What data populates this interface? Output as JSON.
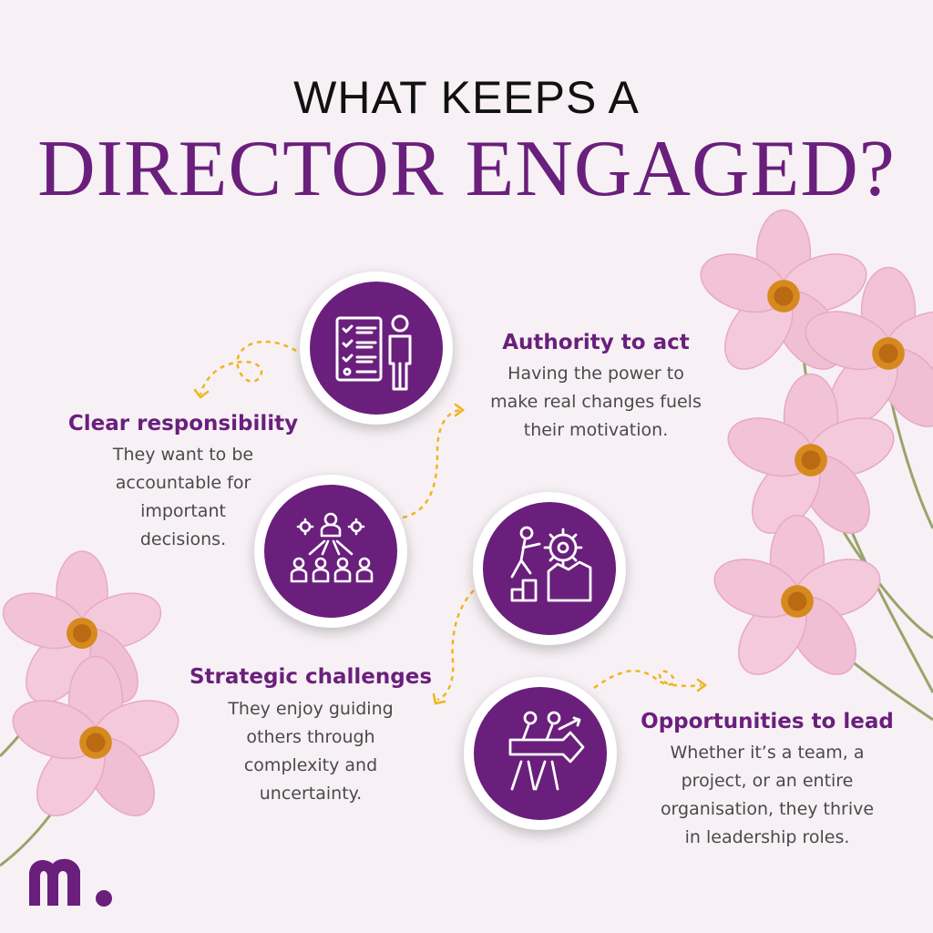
{
  "title": {
    "line1": "WHAT KEEPS A",
    "line2": "DIRECTOR ENGAGED?"
  },
  "colors": {
    "brand_purple": "#6a1f7c",
    "connector_yellow": "#f0b41f",
    "background": "#f7f1f5",
    "petal_pink": "#f2c3d6"
  },
  "items": [
    {
      "heading": "Clear responsibility",
      "body": [
        "They want to be",
        "accountable for",
        "important",
        "decisions."
      ],
      "icon": "checklist-person-icon"
    },
    {
      "heading": "Authority to act",
      "body": [
        "Having the power to",
        "make real changes fuels",
        "their motivation."
      ],
      "icon": "team-hierarchy-icon"
    },
    {
      "heading": "Strategic challenges",
      "body": [
        "They enjoy guiding",
        "others through",
        "complexity and",
        "uncertainty."
      ],
      "icon": "climbing-gear-icon"
    },
    {
      "heading": "Opportunities to lead",
      "body": [
        "Whether it’s a team, a",
        "project, or an entire",
        "organisation, they thrive",
        "in leadership roles."
      ],
      "icon": "leader-pointing-icon"
    }
  ],
  "logo": {
    "icon": "m-logo-icon"
  }
}
